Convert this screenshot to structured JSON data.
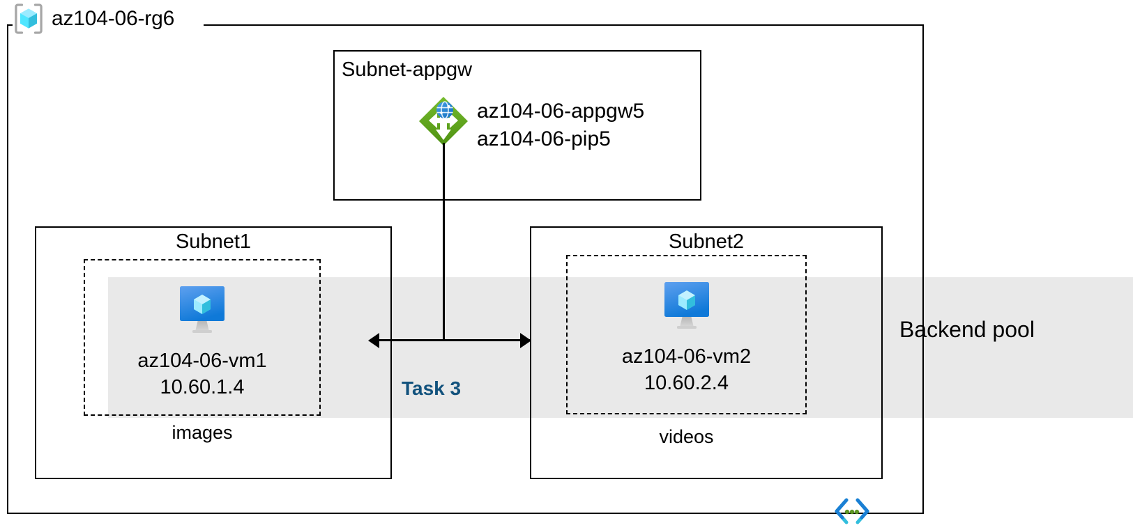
{
  "diagram": {
    "title": "az104-06-rg6",
    "resource_group": {
      "name": "az104-06-rg6",
      "icon": "resource-group-cube-icon"
    },
    "vnet": {
      "icon": "virtual-network-icon"
    },
    "subnets": [
      {
        "id": "subnet-appgw",
        "name": "Subnet-appgw",
        "resources": [
          {
            "icon": "application-gateway-icon",
            "line1": "az104-06-appgw5",
            "line2": "az104-06-pip5"
          }
        ]
      },
      {
        "id": "subnet1",
        "name": "Subnet1",
        "app_label": "images",
        "vm": {
          "icon": "virtual-machine-icon",
          "name": "az104-06-vm1",
          "ip": "10.60.1.4"
        }
      },
      {
        "id": "subnet2",
        "name": "Subnet2",
        "app_label": "videos",
        "vm": {
          "icon": "virtual-machine-icon",
          "name": "az104-06-vm2",
          "ip": "10.60.2.4"
        }
      }
    ],
    "backend_pool": {
      "label": "Backend pool",
      "band_color": "#e9e9e9"
    },
    "annotations": [
      {
        "id": "task3",
        "label": "Task 3",
        "color": "#12527d"
      }
    ],
    "colors": {
      "border": "#000000",
      "band": "#e9e9e9",
      "task_accent": "#12527d",
      "appgw_green": "#5fa51d",
      "vm_blue": "#1f8ce0",
      "cube_cyan": "#50e6ff",
      "vnet_cyan": "#32bedd",
      "vnet_green": "#5e9624",
      "rg_bracket_gray": "#a0a0a0"
    }
  }
}
